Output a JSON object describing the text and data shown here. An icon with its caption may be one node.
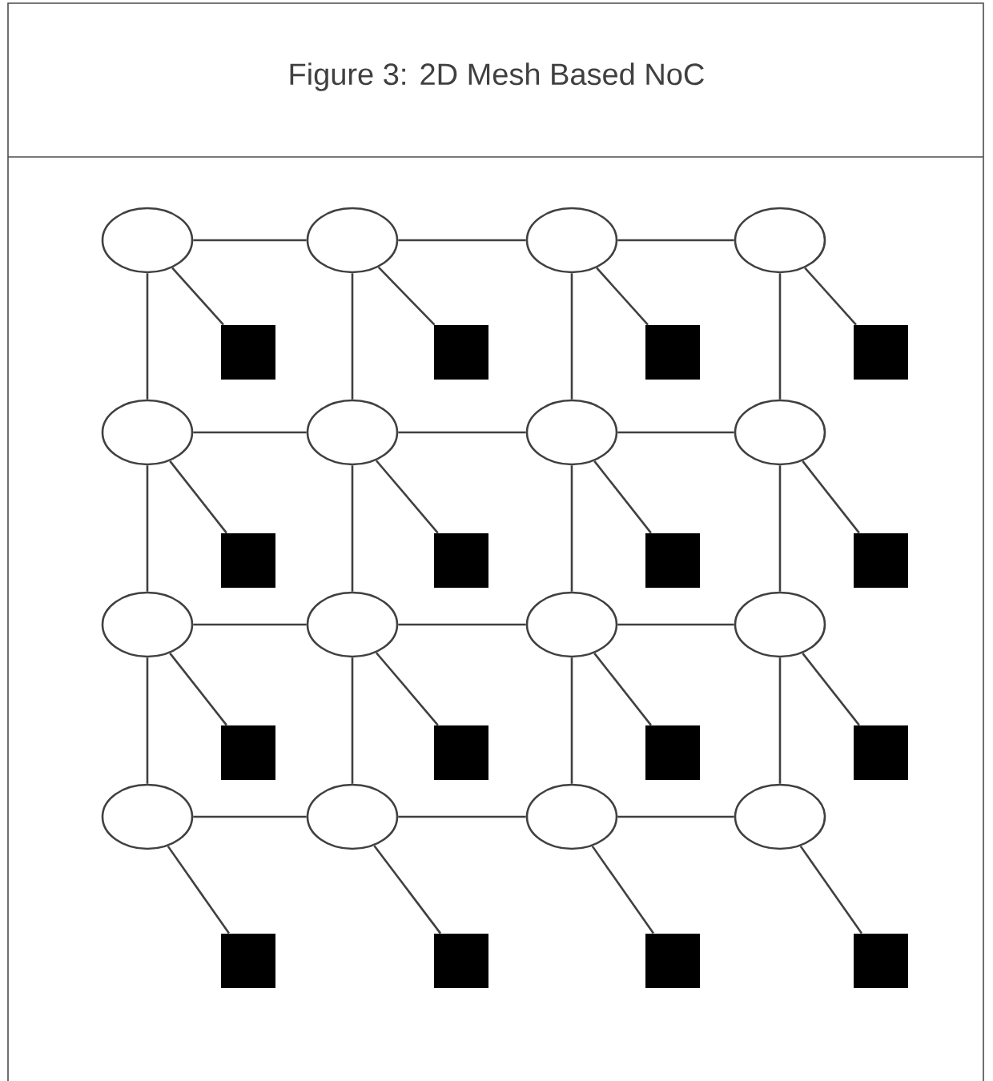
{
  "diagram": {
    "title": "Figure 3: 2D Mesh Based NoC",
    "nodes": [
      {
        "text": [],
        "shape": "circle"
      },
      {
        "text": [],
        "shape": "circle"
      },
      {
        "text": [],
        "shape": "circle"
      },
      {
        "text": [],
        "shape": "circle"
      },
      {
        "text": [],
        "shape": "box"
      },
      {
        "text": [],
        "shape": "box"
      },
      {
        "text": [],
        "shape": "box"
      },
      {
        "text": [],
        "shape": "box"
      },
      {
        "text": [],
        "shape": "circle"
      },
      {
        "text": [],
        "shape": "circle"
      },
      {
        "text": [],
        "shape": "circle"
      },
      {
        "text": [],
        "shape": "circle"
      },
      {
        "text": [],
        "shape": "box"
      },
      {
        "text": [],
        "shape": "box"
      },
      {
        "text": [],
        "shape": "box"
      },
      {
        "text": [],
        "shape": "box"
      },
      {
        "text": [],
        "shape": "circle"
      },
      {
        "text": [],
        "shape": "circle"
      },
      {
        "text": [],
        "shape": "circle"
      },
      {
        "text": [],
        "shape": "circle"
      },
      {
        "text": [],
        "shape": "box"
      },
      {
        "text": [],
        "shape": "box"
      },
      {
        "text": [],
        "shape": "box"
      },
      {
        "text": [],
        "shape": "box"
      },
      {
        "text": [],
        "shape": "circle"
      },
      {
        "text": [],
        "shape": "circle"
      },
      {
        "text": [],
        "shape": "circle"
      },
      {
        "text": [],
        "shape": "circle"
      },
      {
        "text": [],
        "shape": "box"
      },
      {
        "text": [],
        "shape": "box"
      },
      {
        "text": [],
        "shape": "box"
      },
      {
        "text": [],
        "shape": "box"
      }
    ],
    "edges": [
      {
        "from": 0,
        "to": 1,
        "arrow": "none"
      },
      {
        "from": 1,
        "to": 2,
        "arrow": "none"
      },
      {
        "from": 2,
        "to": 3,
        "arrow": "none"
      },
      {
        "from": 8,
        "to": 9,
        "arrow": "none"
      },
      {
        "from": 9,
        "to": 10,
        "arrow": "none"
      },
      {
        "from": 10,
        "to": 11,
        "arrow": "none"
      },
      {
        "from": 16,
        "to": 17,
        "arrow": "none"
      },
      {
        "from": 17,
        "to": 18,
        "arrow": "none"
      },
      {
        "from": 18,
        "to": 19,
        "arrow": "none"
      },
      {
        "from": 24,
        "to": 25,
        "arrow": "none"
      },
      {
        "from": 25,
        "to": 26,
        "arrow": "none"
      },
      {
        "from": 26,
        "to": 27,
        "arrow": "none"
      },
      {
        "from": 0,
        "to": 8,
        "arrow": "none"
      },
      {
        "from": 1,
        "to": 9,
        "arrow": "none"
      },
      {
        "from": 2,
        "to": 10,
        "arrow": "none"
      },
      {
        "from": 3,
        "to": 11,
        "arrow": "none"
      },
      {
        "from": 8,
        "to": 16,
        "arrow": "none"
      },
      {
        "from": 9,
        "to": 17,
        "arrow": "none"
      },
      {
        "from": 10,
        "to": 18,
        "arrow": "none"
      },
      {
        "from": 11,
        "to": 19,
        "arrow": "none"
      },
      {
        "from": 16,
        "to": 24,
        "arrow": "none"
      },
      {
        "from": 17,
        "to": 25,
        "arrow": "none"
      },
      {
        "from": 18,
        "to": 26,
        "arrow": "none"
      },
      {
        "from": 19,
        "to": 27,
        "arrow": "none"
      },
      {
        "from": 0,
        "to": 4,
        "arrow": "none"
      },
      {
        "from": 1,
        "to": 5,
        "arrow": "none"
      },
      {
        "from": 2,
        "to": 6,
        "arrow": "none"
      },
      {
        "from": 3,
        "to": 7,
        "arrow": "none"
      },
      {
        "from": 8,
        "to": 12,
        "arrow": "none"
      },
      {
        "from": 9,
        "to": 13,
        "arrow": "none"
      },
      {
        "from": 10,
        "to": 14,
        "arrow": "none"
      },
      {
        "from": 11,
        "to": 15,
        "arrow": "none"
      },
      {
        "from": 16,
        "to": 20,
        "arrow": "none"
      },
      {
        "from": 17,
        "to": 21,
        "arrow": "none"
      },
      {
        "from": 18,
        "to": 22,
        "arrow": "none"
      },
      {
        "from": 19,
        "to": 23,
        "arrow": "none"
      },
      {
        "from": 24,
        "to": 28,
        "arrow": "none"
      },
      {
        "from": 25,
        "to": 29,
        "arrow": "none"
      },
      {
        "from": 26,
        "to": 30,
        "arrow": "none"
      },
      {
        "from": 27,
        "to": 31,
        "arrow": "none"
      }
    ]
  }
}
